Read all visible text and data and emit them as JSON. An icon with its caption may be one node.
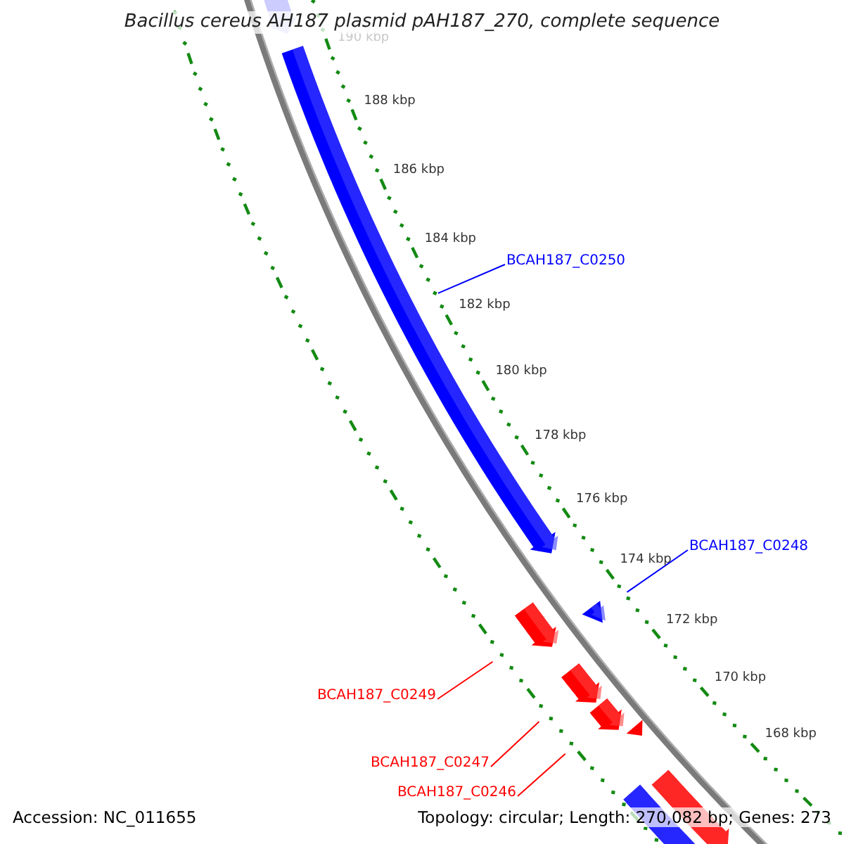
{
  "diagram": {
    "title": "Bacillus cereus AH187 plasmid pAH187_270, complete sequence",
    "nodes": [
      {
        "text": [
          "BCAH187_C0250"
        ]
      },
      {
        "text": [],
        "shape": "arrow"
      },
      {
        "text": [
          "BCAH187_C0248"
        ]
      },
      {
        "text": [],
        "shape": "arrow"
      },
      {
        "text": [
          "BCAH187_C0249"
        ]
      },
      {
        "text": [],
        "shape": "arrow"
      },
      {
        "text": [
          "BCAH187_C0247"
        ]
      },
      {
        "text": [],
        "shape": "arrow"
      },
      {
        "text": [
          "BCAH187_C0246"
        ]
      },
      {
        "text": [],
        "shape": "arrow"
      }
    ],
    "edges": [
      {
        "from": 0,
        "to": 1,
        "arrow": "none",
        "color": "#0000ff"
      },
      {
        "from": 2,
        "to": 3,
        "arrow": "none",
        "color": "#0000ff"
      },
      {
        "from": 4,
        "to": 5,
        "arrow": "none"
      },
      {
        "from": 6,
        "to": 7,
        "arrow": "none"
      },
      {
        "from": 8,
        "to": 9,
        "arrow": "none"
      }
    ],
    "labels": [
      "190 kbp",
      "188 kbp",
      "186 kbp",
      "184 kbp",
      "182 kbp",
      "180 kbp",
      "178 kbp",
      "176 kbp",
      "174 kbp",
      "172 kbp",
      "170 kbp",
      "168 kbp",
      "Accession: NC_011655",
      "Topology: circular; Length: 270,082 bp; Genes: 273"
    ]
  }
}
